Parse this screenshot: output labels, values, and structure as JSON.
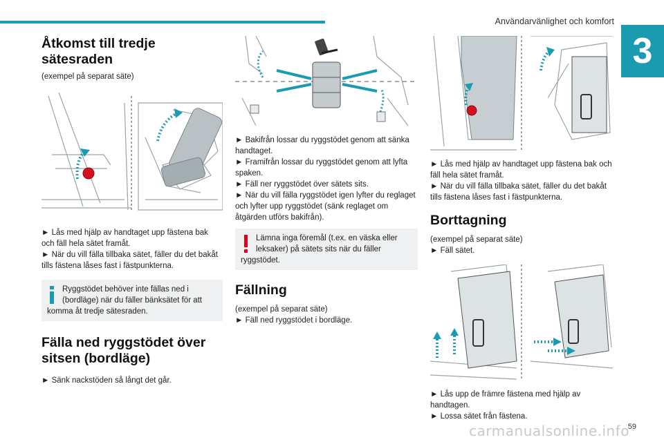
{
  "header": {
    "title": "Användarvänlighet och komfort",
    "chapter": "3"
  },
  "page_number": "59",
  "col1": {
    "heading1": "Åtkomst till tredje sätesraden",
    "sub1": "(exempel på separat säte)",
    "step1": "► Lås med hjälp av handtaget upp fästena bak och fäll hela sätet framåt.",
    "step2": "► När du vill fälla tillbaka sätet, fäller du det bakåt tills fästena låses fast i fästpunkterna.",
    "info_note": {
      "icon": "info-icon",
      "line1": "Ryggstödet behöver inte fällas ned i (bordläge) när du fäller bänksätet för att",
      "line2": "komma åt tredje sätesraden."
    },
    "heading2": "Fälla ned ryggstödet över sitsen (bordläge)",
    "step3": "► Sänk nackstöden så långt det går."
  },
  "col2": {
    "step1": "► Bakifrån lossar du ryggstödet genom att sänka handtaget.",
    "step2": "► Framifrån lossar du ryggstödet genom att lyfta spaken.",
    "step3": "► Fäll ner ryggstödet över sätets sits.",
    "step4": "► När du vill fälla ryggstödet igen lyfter du reglaget och lyfter upp ryggstödet (sänk reglaget om åtgärden utförs bakifrån).",
    "warning_note": {
      "icon": "warning-icon",
      "line1": "Lämna inga föremål (t.ex. en väska eller leksaker) på sätets sits när du fäller",
      "line2": "ryggstödet."
    },
    "heading": "Fällning",
    "sub": "(exempel på separat säte)",
    "step5": "► Fäll ned ryggstödet i bordläge."
  },
  "col3": {
    "step1": "► Lås med hjälp av handtaget upp fästena bak och fäll hela sätet framåt.",
    "step2": "► När du vill fälla tillbaka sätet, fäller du det bakåt tills fästena låses fast i fästpunkterna.",
    "heading": "Borttagning",
    "sub": "(exempel på separat säte)",
    "step3": "► Fäll sätet.",
    "step4": "► Lås upp de främre fästena med hjälp av handtagen.",
    "step5": "► Lossa sätet från fästena."
  },
  "watermark": "carmanualsonline.info",
  "colors": {
    "accent": "#1b9bb0",
    "warning": "#e2001a",
    "note_bg": "#eef0f1"
  }
}
